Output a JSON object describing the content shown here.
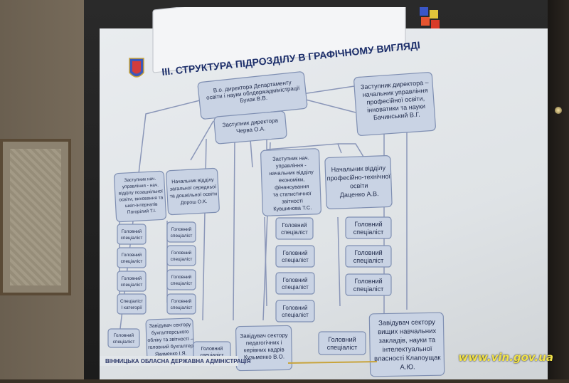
{
  "slide": {
    "title": "ІІІ. СТРУКТУРА ПІДРОЗДІЛУ В ГРАФІЧНОМУ ВИГЛЯДІ",
    "footer": "ВІННИЦЬКА ОБЛАСНА ДЕРЖАВНА АДМІНІСТРАЦІЯ",
    "colors": {
      "box": "#c9d3e4",
      "stroke": "#7f8fb2",
      "title": "#1d2f6b"
    }
  },
  "boxes": {
    "director": [
      "В.о. директора Департаменту",
      "освіти і науки облдержадміністрації",
      "Бунак В.В."
    ],
    "deputy_chief": [
      "Заступник директора –",
      "начальник управління",
      "професійної освіти,",
      "інноватики та науки",
      "Бачинський В.Г."
    ],
    "deputy": [
      "Заступник директора",
      "Черва О.А."
    ],
    "deputy_head_school": [
      "Заступник нач.",
      "управління - нач.",
      "відділу позашкільної",
      "освіти, виховання та",
      "шкіл-інтернатів",
      "Погорілий Т.І."
    ],
    "head_secondary": [
      "Начальник відділу",
      "загальної середньої",
      "та дошкільної освіти",
      "Дорош О.К."
    ],
    "deputy_head_econ": [
      "Заступник нач.",
      "управління -",
      "начальник відділу",
      "економіки,",
      "фінансування",
      "та статистичної",
      "звітності",
      "Кувшинова Т.С."
    ],
    "head_vocational": [
      "Начальник відділу",
      "професійно-технічної",
      "освіти",
      "Даценко А.В."
    ],
    "head_accounting": [
      "Завідувач сектору",
      "бухгалтерського",
      "обліку та звітності –",
      "головний бухгалтер",
      "Якименко І.Я."
    ],
    "head_personnel": [
      "Завідувач сектору",
      "педагогічних і",
      "керівних кадрів",
      "Кузьменко В.О."
    ],
    "head_higher": [
      "Завідувач сектору",
      "вищих навчальних",
      "закладів, науки та",
      "інтелектуальної",
      "власності Клапоущак",
      "А.Ю."
    ]
  },
  "specialist": [
    "Головний",
    "спеціаліст"
  ],
  "specialist_cat1": [
    "Спеціаліст",
    "І категорії"
  ],
  "watermark": "www.vin.gov.ua"
}
